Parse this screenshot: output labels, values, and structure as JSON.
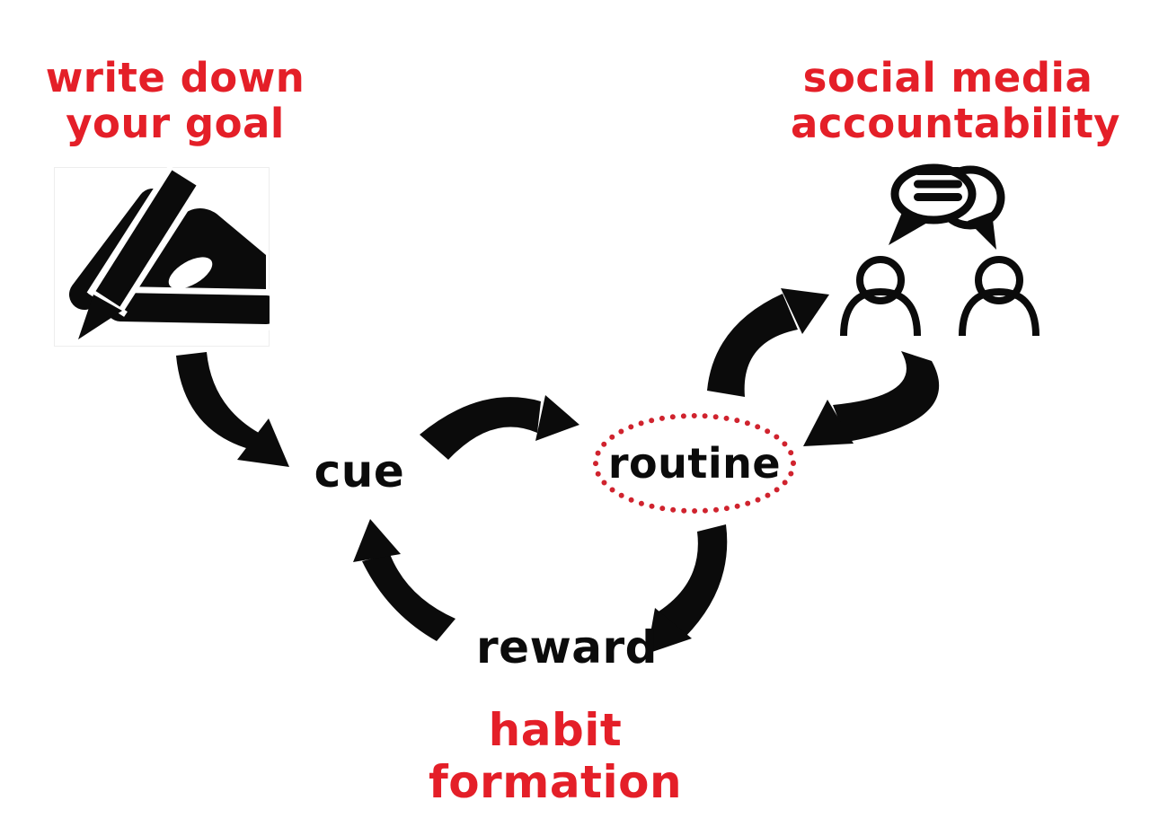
{
  "diagram": {
    "title": "habit formation",
    "colors": {
      "accent_red": "#e41f28",
      "dotted_oval_red": "#d0232e",
      "ink_black": "#0b0b0b",
      "background": "#ffffff"
    },
    "annotations": {
      "goal_note": "write down\nyour goal",
      "social_note": "social media\naccountability"
    },
    "loop_nodes": {
      "cue": "cue",
      "routine": "routine",
      "reward": "reward"
    },
    "icons": [
      {
        "name": "hand-writing-icon",
        "depicts": "hand writing with a pen"
      },
      {
        "name": "social-accountability-icon",
        "depicts": "two people with overlapping speech bubbles"
      }
    ],
    "arrows": [
      {
        "name": "arrow-hand-to-cue",
        "from": "hand-writing-icon",
        "to": "cue"
      },
      {
        "name": "arrow-cue-to-routine",
        "from": "cue",
        "to": "routine"
      },
      {
        "name": "arrow-routine-to-social",
        "from": "routine",
        "to": "social-accountability-icon"
      },
      {
        "name": "arrow-social-to-routine",
        "from": "social-accountability-icon",
        "to": "routine"
      },
      {
        "name": "arrow-routine-to-reward",
        "from": "routine",
        "to": "reward"
      },
      {
        "name": "arrow-reward-to-cue",
        "from": "reward",
        "to": "cue"
      }
    ]
  }
}
